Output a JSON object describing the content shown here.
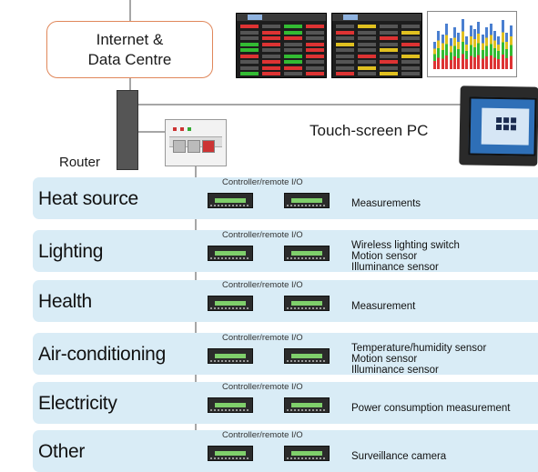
{
  "top": {
    "internet_box": "Internet &\nData Centre",
    "touch_pc_label": "Touch-screen PC",
    "router_label": "Router"
  },
  "icons": {
    "router": "router-icon",
    "hub": "network-hub-icon",
    "controller": "controller-device-icon",
    "touch_pc": "touch-screen-pc-icon",
    "dashboards": "monitor-dashboard-icon"
  },
  "colors": {
    "band": "#d9ecf6",
    "internet_border": "#e0875a",
    "line": "#888888"
  },
  "controller_caption": "Controller/remote I/O",
  "rows": [
    {
      "label": "Heat source",
      "desc": [
        "Measurements"
      ]
    },
    {
      "label": "Lighting",
      "desc": [
        "Wireless lighting switch",
        "Motion sensor",
        "Illuminance sensor"
      ]
    },
    {
      "label": "Health",
      "desc": [
        "Measurement"
      ]
    },
    {
      "label": "Air-conditioning",
      "desc": [
        "Temperature/humidity sensor",
        "Motion sensor",
        "Illuminance sensor"
      ]
    },
    {
      "label": "Electricity",
      "desc": [
        "Power consumption measurement"
      ]
    },
    {
      "label": "Other",
      "desc": [
        "Surveillance camera"
      ]
    }
  ]
}
